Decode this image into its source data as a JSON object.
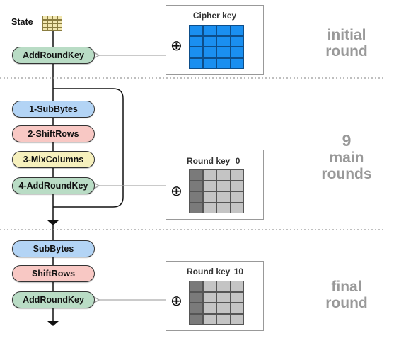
{
  "state_label": "State",
  "initial": {
    "step": "AddRoundKey",
    "key_label": "Cipher key",
    "round_label": [
      "initial",
      "round"
    ]
  },
  "main": {
    "steps": [
      "1-SubBytes",
      "2-ShiftRows",
      "3-MixColumns",
      "4-AddRoundKey"
    ],
    "key_label": "Round key",
    "key_index": "0",
    "round_label": [
      "9",
      "main",
      "rounds"
    ]
  },
  "final": {
    "steps": [
      "SubBytes",
      "ShiftRows",
      "AddRoundKey"
    ],
    "key_label": "Round key",
    "key_index": "10",
    "round_label": [
      "final",
      "round"
    ]
  },
  "xor_symbol": "⊕",
  "colors": {
    "addroundkey": "#b9dcc5",
    "subbytes": "#b3d4f5",
    "shiftrows": "#f8c8c4",
    "mixcolumns": "#f6f0bd",
    "cipher_key": "#1a8ff0",
    "round_key": "#c4c4c4",
    "round_key_dark": "#7a7a7a",
    "state_grid": "#f2e7b0"
  }
}
